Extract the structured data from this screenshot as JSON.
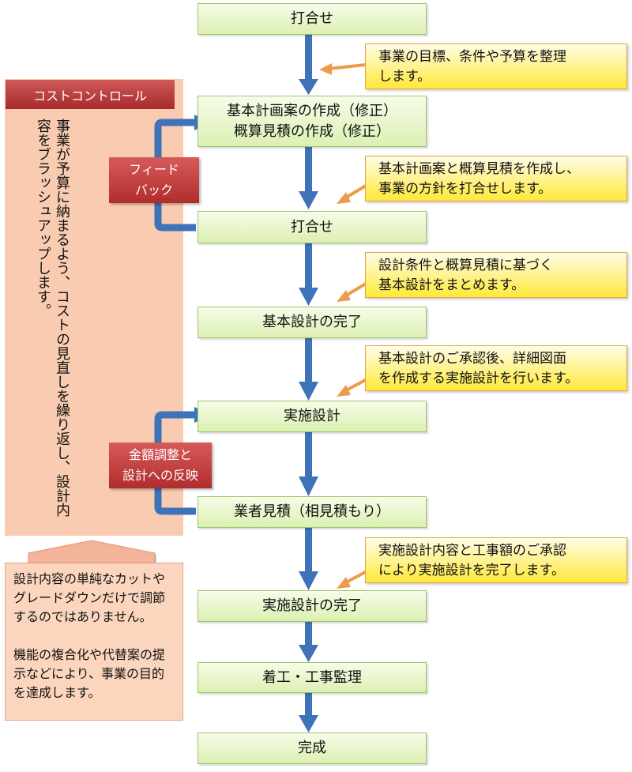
{
  "steps": [
    "打合せ",
    "基本計画案の作成（修正）",
    "概算見積の作成（修正）",
    "打合せ",
    "基本設計の完了",
    "実施設計",
    "業者見積（相見積もり）",
    "実施設計の完了",
    "着工・工事監理",
    "完成"
  ],
  "notes": [
    {
      "line1": "事業の目標、条件や予算を整理",
      "line2": "します。"
    },
    {
      "line1": "基本計画案と概算見積を作成し、",
      "line2": "事業の方針を打合せします。"
    },
    {
      "line1": "設計条件と概算見積に基づく",
      "line2": "基本設計をまとめます。"
    },
    {
      "line1": "基本設計のご承認後、詳細図面",
      "line2": "を作成する実施設計を行います。"
    },
    {
      "line1": "実施設計内容と工事額のご承認",
      "line2": "により実施設計を完了します。"
    }
  ],
  "feedback": {
    "line1": "フィード",
    "line2": "バック"
  },
  "adjust": {
    "line1": "金額調整と",
    "line2": "設計への反映"
  },
  "cost_control": {
    "title": "コストコントロール",
    "text": "事業が予算に納まるよう、コストの見直しを繰り返し、設計内容をブラッシュアップします。"
  },
  "info": {
    "p1": "設計内容の単純なカットやグレードダウンだけで調節するのではありません。",
    "p2": "機能の複合化や代替案の提示などにより、事業の目的を達成します。"
  },
  "colors": {
    "flow_arrow": "#3e73b9",
    "note_arrow": "#ef9a4a",
    "step_fill": "#dcf0b2",
    "note_fill": "#ffe83a",
    "cost_panel": "#f9ccb1",
    "red_label": "#b12d2d"
  }
}
